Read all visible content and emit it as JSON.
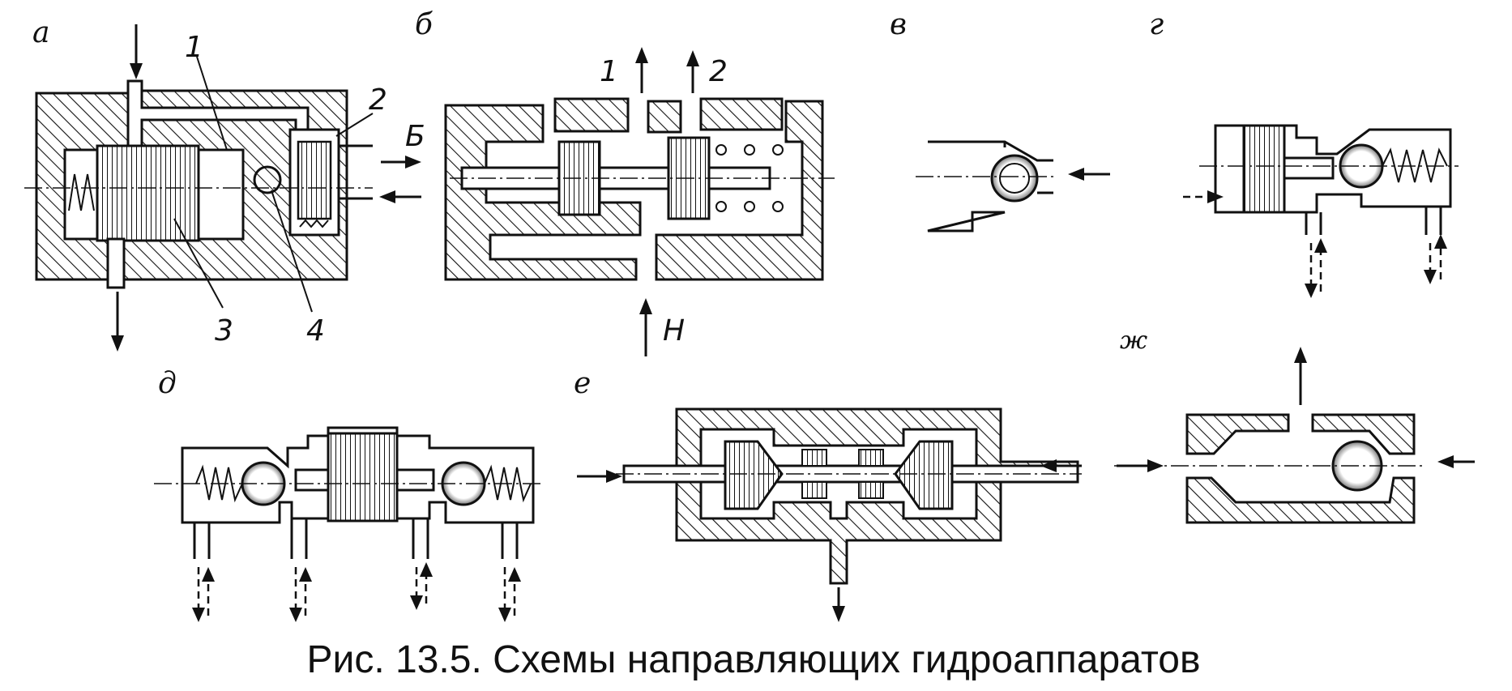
{
  "caption": "Рис. 13.5. Схемы направляющих гидроаппаратов",
  "panels": {
    "a": "а",
    "b": "б",
    "v": "в",
    "g": "г",
    "d": "д",
    "e": "е",
    "zh": "ж"
  },
  "labels_a": {
    "n1": "1",
    "n2": "2",
    "n3": "3",
    "n4": "4",
    "port_b": "Б"
  },
  "labels_b": {
    "n1": "1",
    "n2": "2",
    "port_h": "Н"
  }
}
